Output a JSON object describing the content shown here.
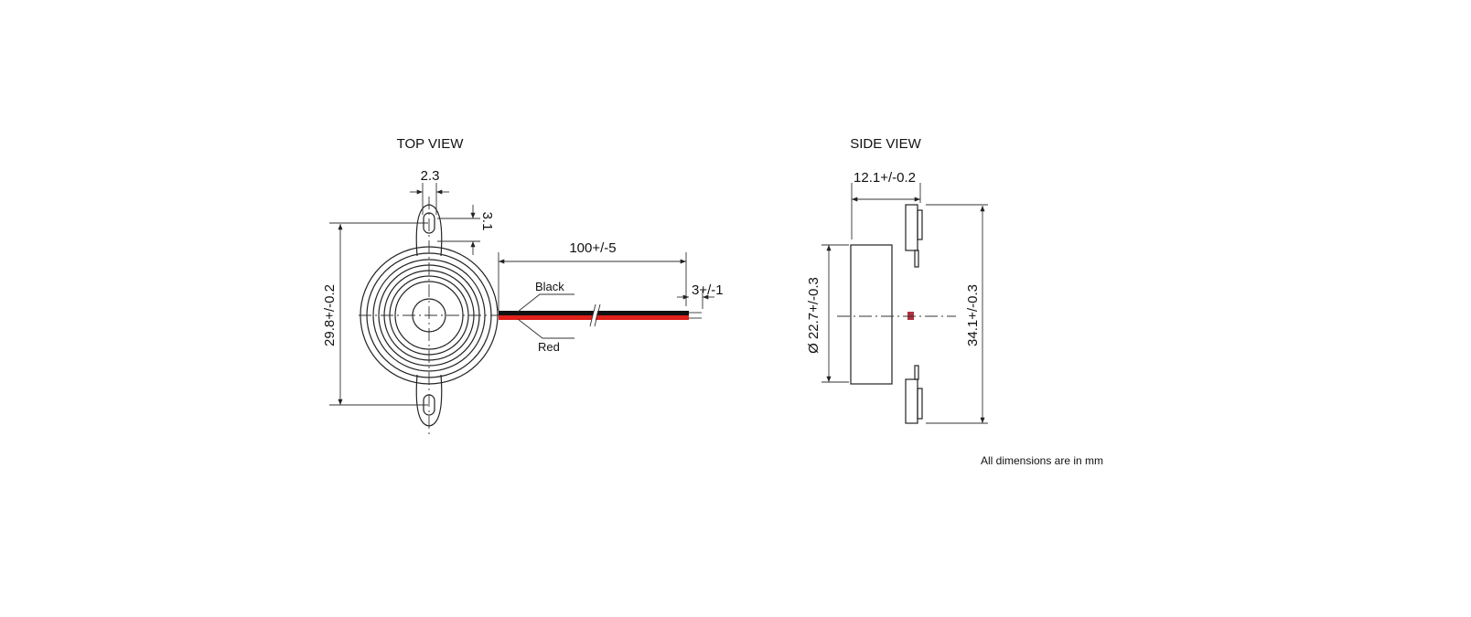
{
  "top_view": {
    "title": "TOP VIEW",
    "dim_hole_width": "2.3",
    "dim_hole_height": "3.1",
    "dim_mount_span": "29.8+/-0.2",
    "dim_wire_length": "100+/-5",
    "dim_strip_length": "3+/-1",
    "wire_black_label": "Black",
    "wire_red_label": "Red"
  },
  "side_view": {
    "title": "SIDE VIEW",
    "dim_height": "12.1+/-0.2",
    "dim_diameter": "Ø 22.7+/-0.3",
    "dim_overall": "34.1+/-0.3"
  },
  "note": "All dimensions are in mm",
  "colors": {
    "black_wire": "#111111",
    "red_wire": "#e0201b"
  }
}
